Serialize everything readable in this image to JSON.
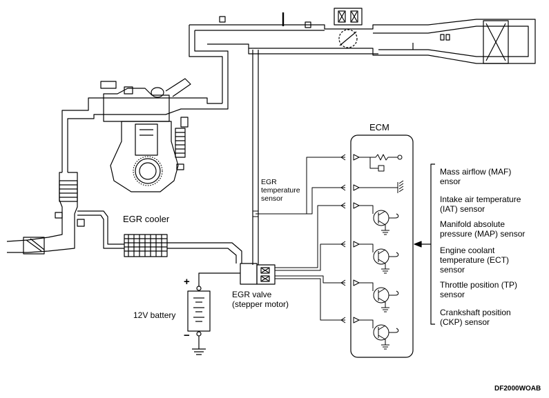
{
  "labels": {
    "ecm": "ECM",
    "egr_cooler": "EGR cooler",
    "egr_temp_sensor": "EGR\ntemperature\nsensor",
    "egr_valve": "EGR valve\n(stepper motor)",
    "battery": "12V battery",
    "plus": "+",
    "minus": "−",
    "diagram_code": "DF2000WOAB"
  },
  "sensors": [
    "Mass airflow (MAF)\nensor",
    "Intake air temperature\n(IAT) sensor",
    "Manifold absolute\npressure (MAP) sensor",
    "Engine coolant\ntemperature (ECT)\nsensor",
    "Throttle position (TP)\nsensor",
    "Crankshaft position\n(CKP) sensor"
  ]
}
